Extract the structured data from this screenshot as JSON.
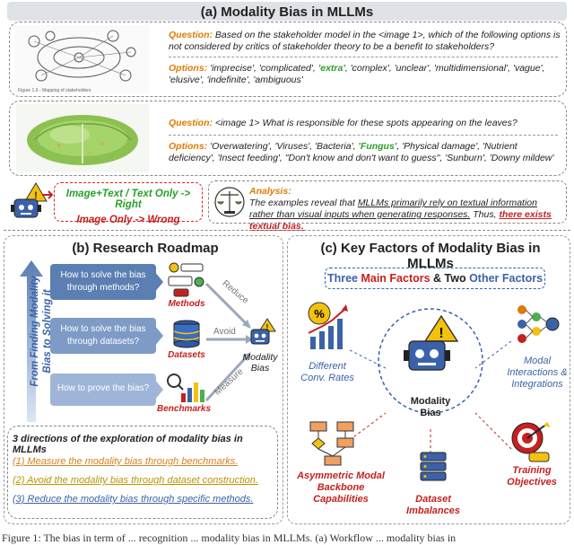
{
  "panel_a": {
    "title": "(a) Modality Bias in MLLMs",
    "example1": {
      "question_label": "Question:",
      "question_text": " Based on the stakeholder model in the <image 1>, which of the following options is not considered by critics of stakeholder theory to be a benefit to stakeholders?",
      "options_label": "Options:",
      "options_pre": " 'imprecise', 'complicated', ",
      "options_answer": "'extra'",
      "options_post": ", 'complex', 'unclear', 'multidimensional', 'vague', 'elusive', 'indefinite', 'ambiguous'",
      "image_caption": "Figure 1.6 - Mapping of stakeholders"
    },
    "example2": {
      "question_label": "Question:",
      "question_text": " <image 1> What is responsible for these spots appearing on the leaves?",
      "options_label": "Options:",
      "options_pre": " 'Overwatering', 'Viruses', 'Bacteria', ",
      "options_answer": "'Fungus'",
      "options_post": ", 'Physical damage', 'Nutrient deficiency', 'Insect feeding', \"Don't know and don't want to guess\", 'Sunburn', 'Downy mildew'"
    },
    "summary_left": {
      "right_text": "Image+Text / Text Only -> Right",
      "wrong_text": "Image Only -> Wrong"
    },
    "analysis": {
      "label": "Analysis:",
      "text_pre": "The examples reveal that ",
      "text_underline": "MLLMs primarily rely on textual information rather than visual inputs when generating responses.",
      "text_mid": " Thus, ",
      "text_red": "there exists textual bias."
    }
  },
  "panel_b": {
    "title": "(b) Research Roadmap",
    "vertical_label": "From Finding Modality Bias to Solving it",
    "boxes": [
      "How to solve the bias through methods?",
      "How to solve the bias through datasets?",
      "How to prove the bias?"
    ],
    "icon_labels": [
      "Methods",
      "Datasets",
      "Benchmarks"
    ],
    "arrow_labels": [
      "Reduce",
      "Avoid",
      "Measure"
    ],
    "target_label": "Modality Bias",
    "directions_title": "3 directions of the exploration of modality bias in MLLMs",
    "directions": [
      {
        "num": "(1)",
        "text": "Measure the modality bias through benchmarks.",
        "color": "#d9821e"
      },
      {
        "num": "(2)",
        "text": "Avoid the modality bias through dataset construction.",
        "color": "#b89600"
      },
      {
        "num": "(3)",
        "text": "Reduce the modality bias through specific methods.",
        "color": "#3b62a8"
      }
    ]
  },
  "panel_c": {
    "title": "(c) Key Factors of Modality Bias in MLLMs",
    "factors_pre": "Three ",
    "factors_main": "Main Factors",
    "factors_mid": " & Two ",
    "factors_other": "Other Factors",
    "center_label": "Modality Bias",
    "factors": {
      "conv_rates": "Different Conv. Rates",
      "modal_interactions": "Modal Interactions & Integrations",
      "backbone": "Asymmetric Modal Backbone Capabilities",
      "dataset": "Dataset Imbalances",
      "training": "Training Objectives"
    }
  },
  "caption": "Figure 1: The bias in term of ... recognition ... modality bias in MLLMs. (a) Workflow ... modality bias in"
}
